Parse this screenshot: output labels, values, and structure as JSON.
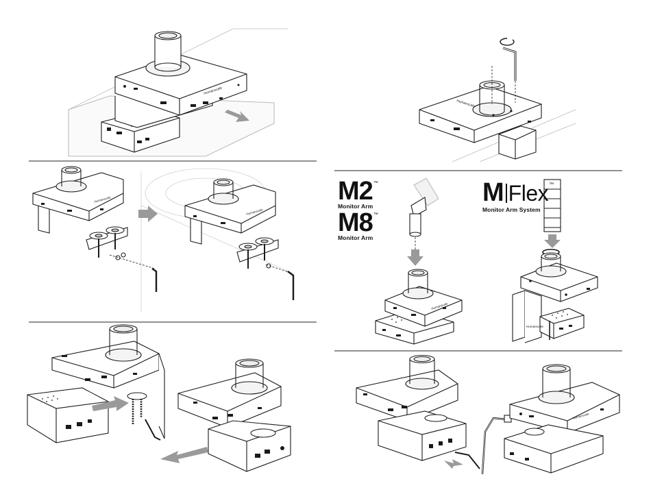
{
  "brands": {
    "m2": {
      "name": "M2",
      "tm": "™",
      "sub": "Monitor Arm"
    },
    "m8": {
      "name": "M8",
      "tm": "™",
      "sub": "Monitor Arm"
    },
    "mflex": {
      "name_left": "M",
      "name_right": "Flex",
      "tm": "™",
      "sub": "Monitor Arm System"
    }
  },
  "device_label": "Humanscale",
  "colors": {
    "line": "#1a1a1a",
    "arrow": "#9a9a9a",
    "divider": "#222222"
  }
}
